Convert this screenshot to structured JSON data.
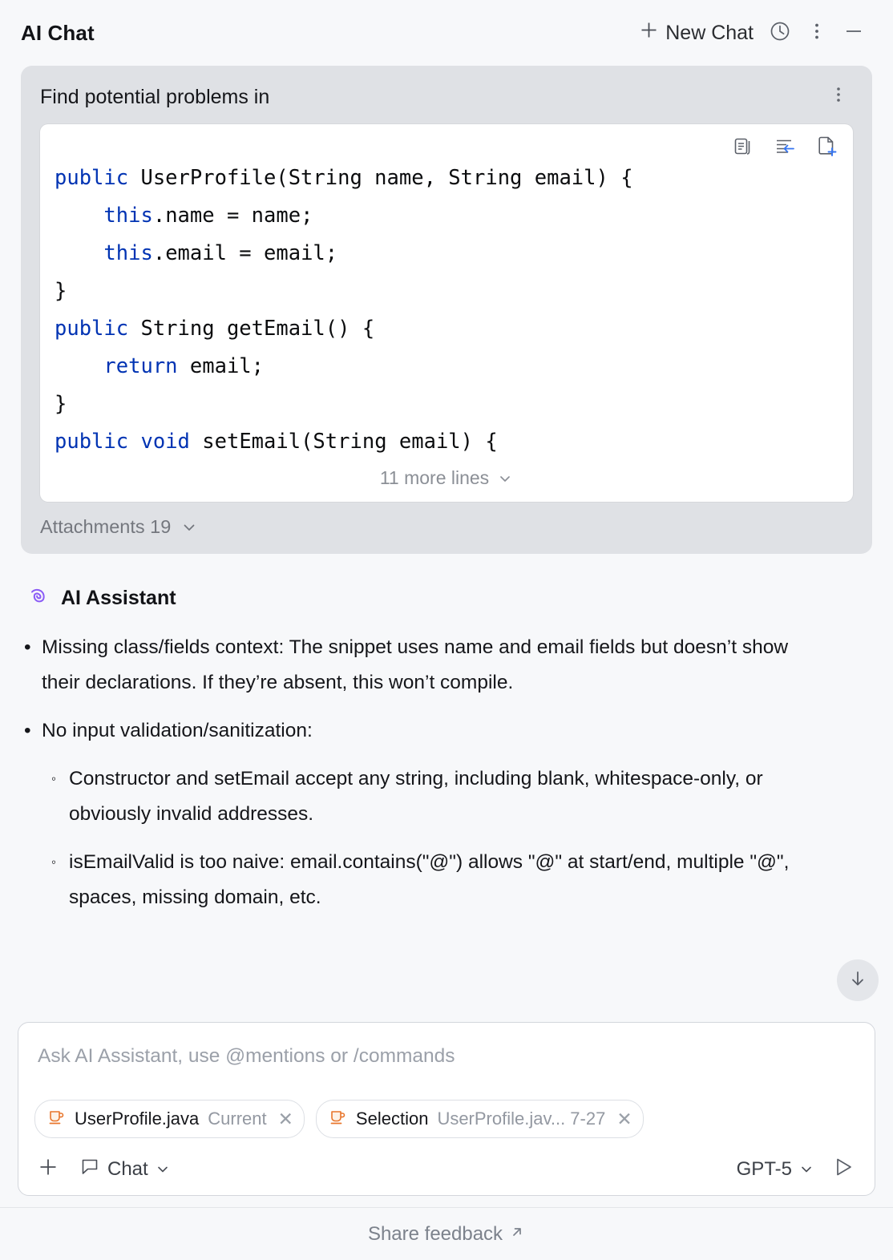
{
  "header": {
    "title": "AI Chat",
    "new_chat_label": "New Chat",
    "plus_icon": "plus-icon",
    "history_icon": "clock-history-icon",
    "more_icon": "kebab-menu-icon",
    "minimize_icon": "minimize-icon"
  },
  "user_message": {
    "prompt": "Find potential problems in",
    "more_icon": "kebab-menu-icon",
    "code": {
      "actions": [
        {
          "name": "copy-icon",
          "label": "Copy"
        },
        {
          "name": "insert-into-editor-icon",
          "label": "Insert into editor"
        },
        {
          "name": "new-file-icon",
          "label": "Create new file"
        }
      ],
      "lines": [
        [
          {
            "t": "public",
            "k": true
          },
          {
            "t": " UserProfile(String name, String email) {",
            "k": false
          }
        ],
        [
          {
            "t": "    ",
            "k": false
          },
          {
            "t": "this",
            "k": true
          },
          {
            "t": ".name = name;",
            "k": false
          }
        ],
        [
          {
            "t": "    ",
            "k": false
          },
          {
            "t": "this",
            "k": true
          },
          {
            "t": ".email = email;",
            "k": false
          }
        ],
        [
          {
            "t": "}",
            "k": false
          }
        ],
        [
          {
            "t": "public",
            "k": true
          },
          {
            "t": " String getEmail() {",
            "k": false
          }
        ],
        [
          {
            "t": "    ",
            "k": false
          },
          {
            "t": "return",
            "k": true
          },
          {
            "t": " email;",
            "k": false
          }
        ],
        [
          {
            "t": "}",
            "k": false
          }
        ],
        [
          {
            "t": "public",
            "k": true
          },
          {
            "t": " ",
            "k": false
          },
          {
            "t": "void",
            "k": true
          },
          {
            "t": " setEmail(String email) {",
            "k": false
          }
        ]
      ],
      "more_lines_label": "11 more lines"
    },
    "attachments_label": "Attachments 19"
  },
  "assistant": {
    "icon": "ai-assistant-spiral-icon",
    "name": "AI Assistant",
    "accent_color": "#8b5cf6",
    "bullets": [
      {
        "level": 1,
        "marker": "•",
        "text": "Missing class/fields context: The snippet uses name and email fields but doesn’t show their declarations. If they’re absent, this won’t compile."
      },
      {
        "level": 1,
        "marker": "•",
        "text": "No input validation/sanitization:"
      },
      {
        "level": 2,
        "marker": "◦",
        "text": "Constructor and setEmail accept any string, including blank, whitespace-only, or obviously invalid addresses."
      },
      {
        "level": 2,
        "marker": "◦",
        "text": "isEmailValid is too naive: email.contains(\"@\") allows \"@\" at start/end, multiple \"@\", spaces, missing domain, etc."
      }
    ],
    "scroll_to_bottom_icon": "arrow-down-icon"
  },
  "composer": {
    "placeholder": "Ask AI Assistant, use @mentions or /commands",
    "chips": [
      {
        "icon": "java-file-icon",
        "primary": "UserProfile.java",
        "secondary": "Current",
        "close_icon": "close-icon"
      },
      {
        "icon": "java-file-icon",
        "primary": "Selection",
        "secondary": "UserProfile.jav... 7-27",
        "close_icon": "close-icon"
      }
    ],
    "add_icon": "plus-icon",
    "mode_icon": "chat-bubble-icon",
    "mode_label": "Chat",
    "model_label": "GPT-5",
    "send_icon": "send-icon"
  },
  "footer": {
    "feedback_label": "Share feedback",
    "external_icon": "external-link-icon"
  }
}
